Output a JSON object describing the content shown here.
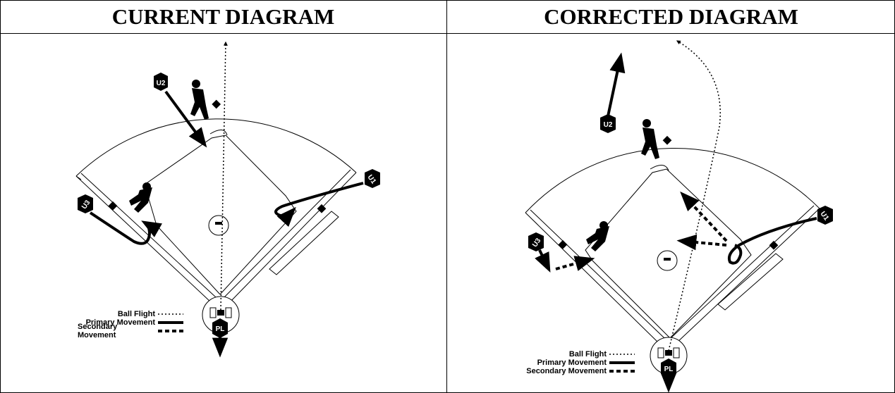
{
  "left_panel": {
    "title": "CURRENT DIAGRAM",
    "umpires": {
      "u1": "U1",
      "u2": "U2",
      "u3": "U3",
      "plate": "PL"
    },
    "legend": {
      "ball_flight": "Ball Flight",
      "primary_movement": "Primary Movement",
      "secondary_movement": "Secondary Movement"
    }
  },
  "right_panel": {
    "title": "CORRECTED DIAGRAM",
    "umpires": {
      "u1": "U1",
      "u2": "U2",
      "u3": "U3",
      "plate": "PL"
    },
    "legend": {
      "ball_flight": "Ball Flight",
      "primary_movement": "Primary Movement",
      "secondary_movement": "Secondary Movement"
    }
  },
  "colors": {
    "ink": "#000000",
    "paper": "#ffffff"
  }
}
